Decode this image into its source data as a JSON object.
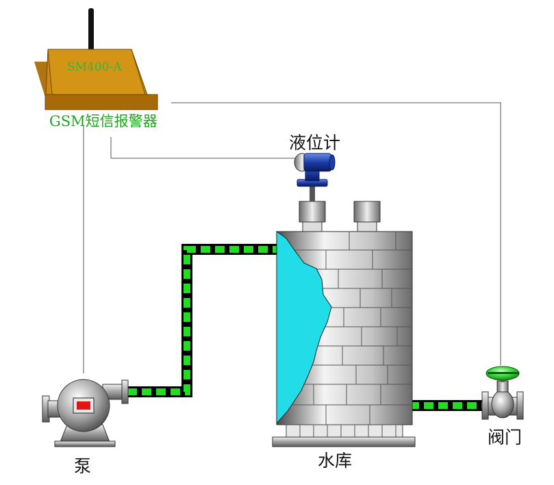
{
  "device": {
    "model": "SM400-A",
    "caption": "GSM短信报警器"
  },
  "level_meter": {
    "caption": "液位计"
  },
  "pump": {
    "caption": "泵"
  },
  "tank": {
    "caption": "水库"
  },
  "valve": {
    "caption": "阀门"
  },
  "colors": {
    "pipe_fill": "#22dd22",
    "pipe_outline": "#000000",
    "water": "#22dde8",
    "device_body": "#cc8a12",
    "device_dark": "#a86a08",
    "valve_cap": "#3cd63c",
    "pump_window": "#e01515",
    "wire": "#555555",
    "tank_stone": "#c8c8c8"
  }
}
